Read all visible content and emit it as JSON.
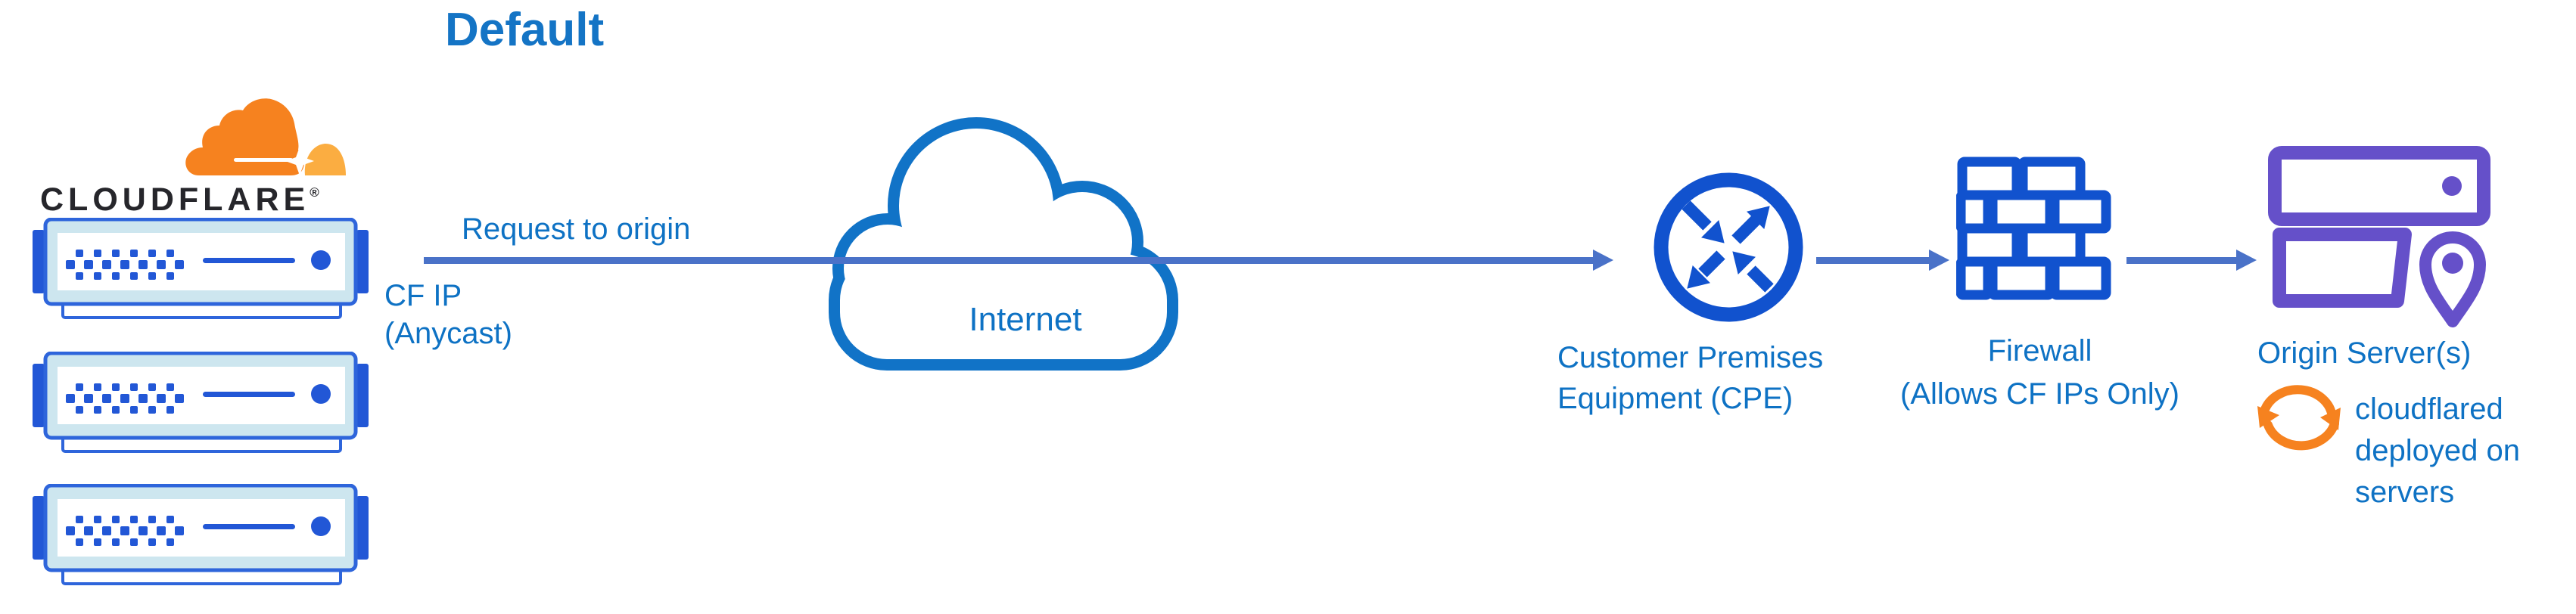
{
  "title": "Default",
  "cloudflare": {
    "wordmark": "CLOUDFLARE",
    "registered": "®"
  },
  "edges": {
    "request_label": "Request to origin",
    "cf_ip_line1": "CF IP",
    "cf_ip_line2": "(Anycast)"
  },
  "nodes": {
    "internet": {
      "label": "Internet"
    },
    "cpe": {
      "line1": "Customer Premises",
      "line2": "Equipment (CPE)"
    },
    "firewall": {
      "line1": "Firewall",
      "line2": "(Allows CF IPs Only)"
    },
    "origin": {
      "label": "Origin Server(s)"
    },
    "cloudflared": {
      "line1": "cloudflared",
      "line2": "deployed on",
      "line3": "servers"
    }
  },
  "icons": {
    "cloudflare_logo": "cloudflare-cloud-logo-icon",
    "edge_servers": "server-stack-icon",
    "internet": "cloud-icon",
    "cpe": "router-arrows-icon",
    "firewall": "brick-wall-icon",
    "origin": "purple-server-pin-icon",
    "cloudflared": "sync-arrows-icon"
  },
  "colors": {
    "text_blue": "#0E72C4",
    "title_blue": "#1474C5",
    "arrow_blue": "#4A72C8",
    "icon_blue": "#1152CE",
    "server_blue": "#2E65DB",
    "server_dark_blue": "#2257D6",
    "server_light": "#CDE6EF",
    "cloud_blue": "#1173C7",
    "purple": "#6550C9",
    "orange": "#F6821F",
    "orange_light": "#FBAD41",
    "wordmark_dark": "#26262B"
  }
}
